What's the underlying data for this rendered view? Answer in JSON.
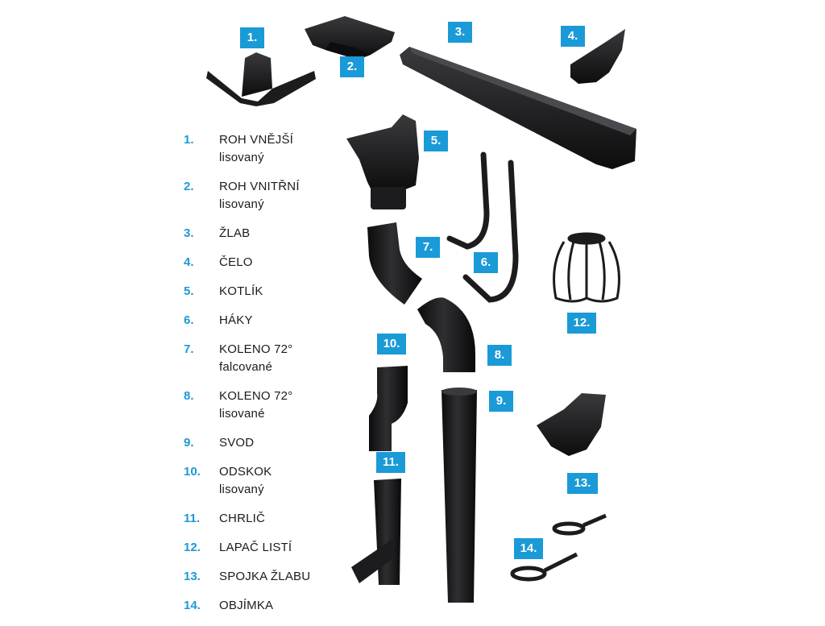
{
  "legend": [
    {
      "num": "1.",
      "line1": "ROH VNĚJŠÍ",
      "line2": "lisovaný"
    },
    {
      "num": "2.",
      "line1": "ROH VNITŘNÍ",
      "line2": "lisovaný"
    },
    {
      "num": "3.",
      "line1": "ŽLAB",
      "line2": ""
    },
    {
      "num": "4.",
      "line1": "ČELO",
      "line2": ""
    },
    {
      "num": "5.",
      "line1": "KOTLÍK",
      "line2": ""
    },
    {
      "num": "6.",
      "line1": "HÁKY",
      "line2": ""
    },
    {
      "num": "7.",
      "line1": "KOLENO 72°",
      "line2": "falcované"
    },
    {
      "num": "8.",
      "line1": "KOLENO 72°",
      "line2": "lisované"
    },
    {
      "num": "9.",
      "line1": "SVOD",
      "line2": ""
    },
    {
      "num": "10.",
      "line1": "ODSKOK",
      "line2": "lisovaný"
    },
    {
      "num": "11.",
      "line1": "CHRLIČ",
      "line2": ""
    },
    {
      "num": "12.",
      "line1": "LAPAČ LISTÍ",
      "line2": ""
    },
    {
      "num": "13.",
      "line1": "SPOJKA ŽLABU",
      "line2": ""
    },
    {
      "num": "14.",
      "line1": "OBJÍMKA",
      "line2": ""
    }
  ],
  "badges": [
    "1.",
    "2.",
    "3.",
    "4.",
    "5.",
    "6.",
    "7.",
    "8.",
    "9.",
    "10.",
    "11.",
    "12.",
    "13.",
    "14."
  ],
  "colors": {
    "accent": "#1a9ad6",
    "part": "#1c1c1e"
  }
}
